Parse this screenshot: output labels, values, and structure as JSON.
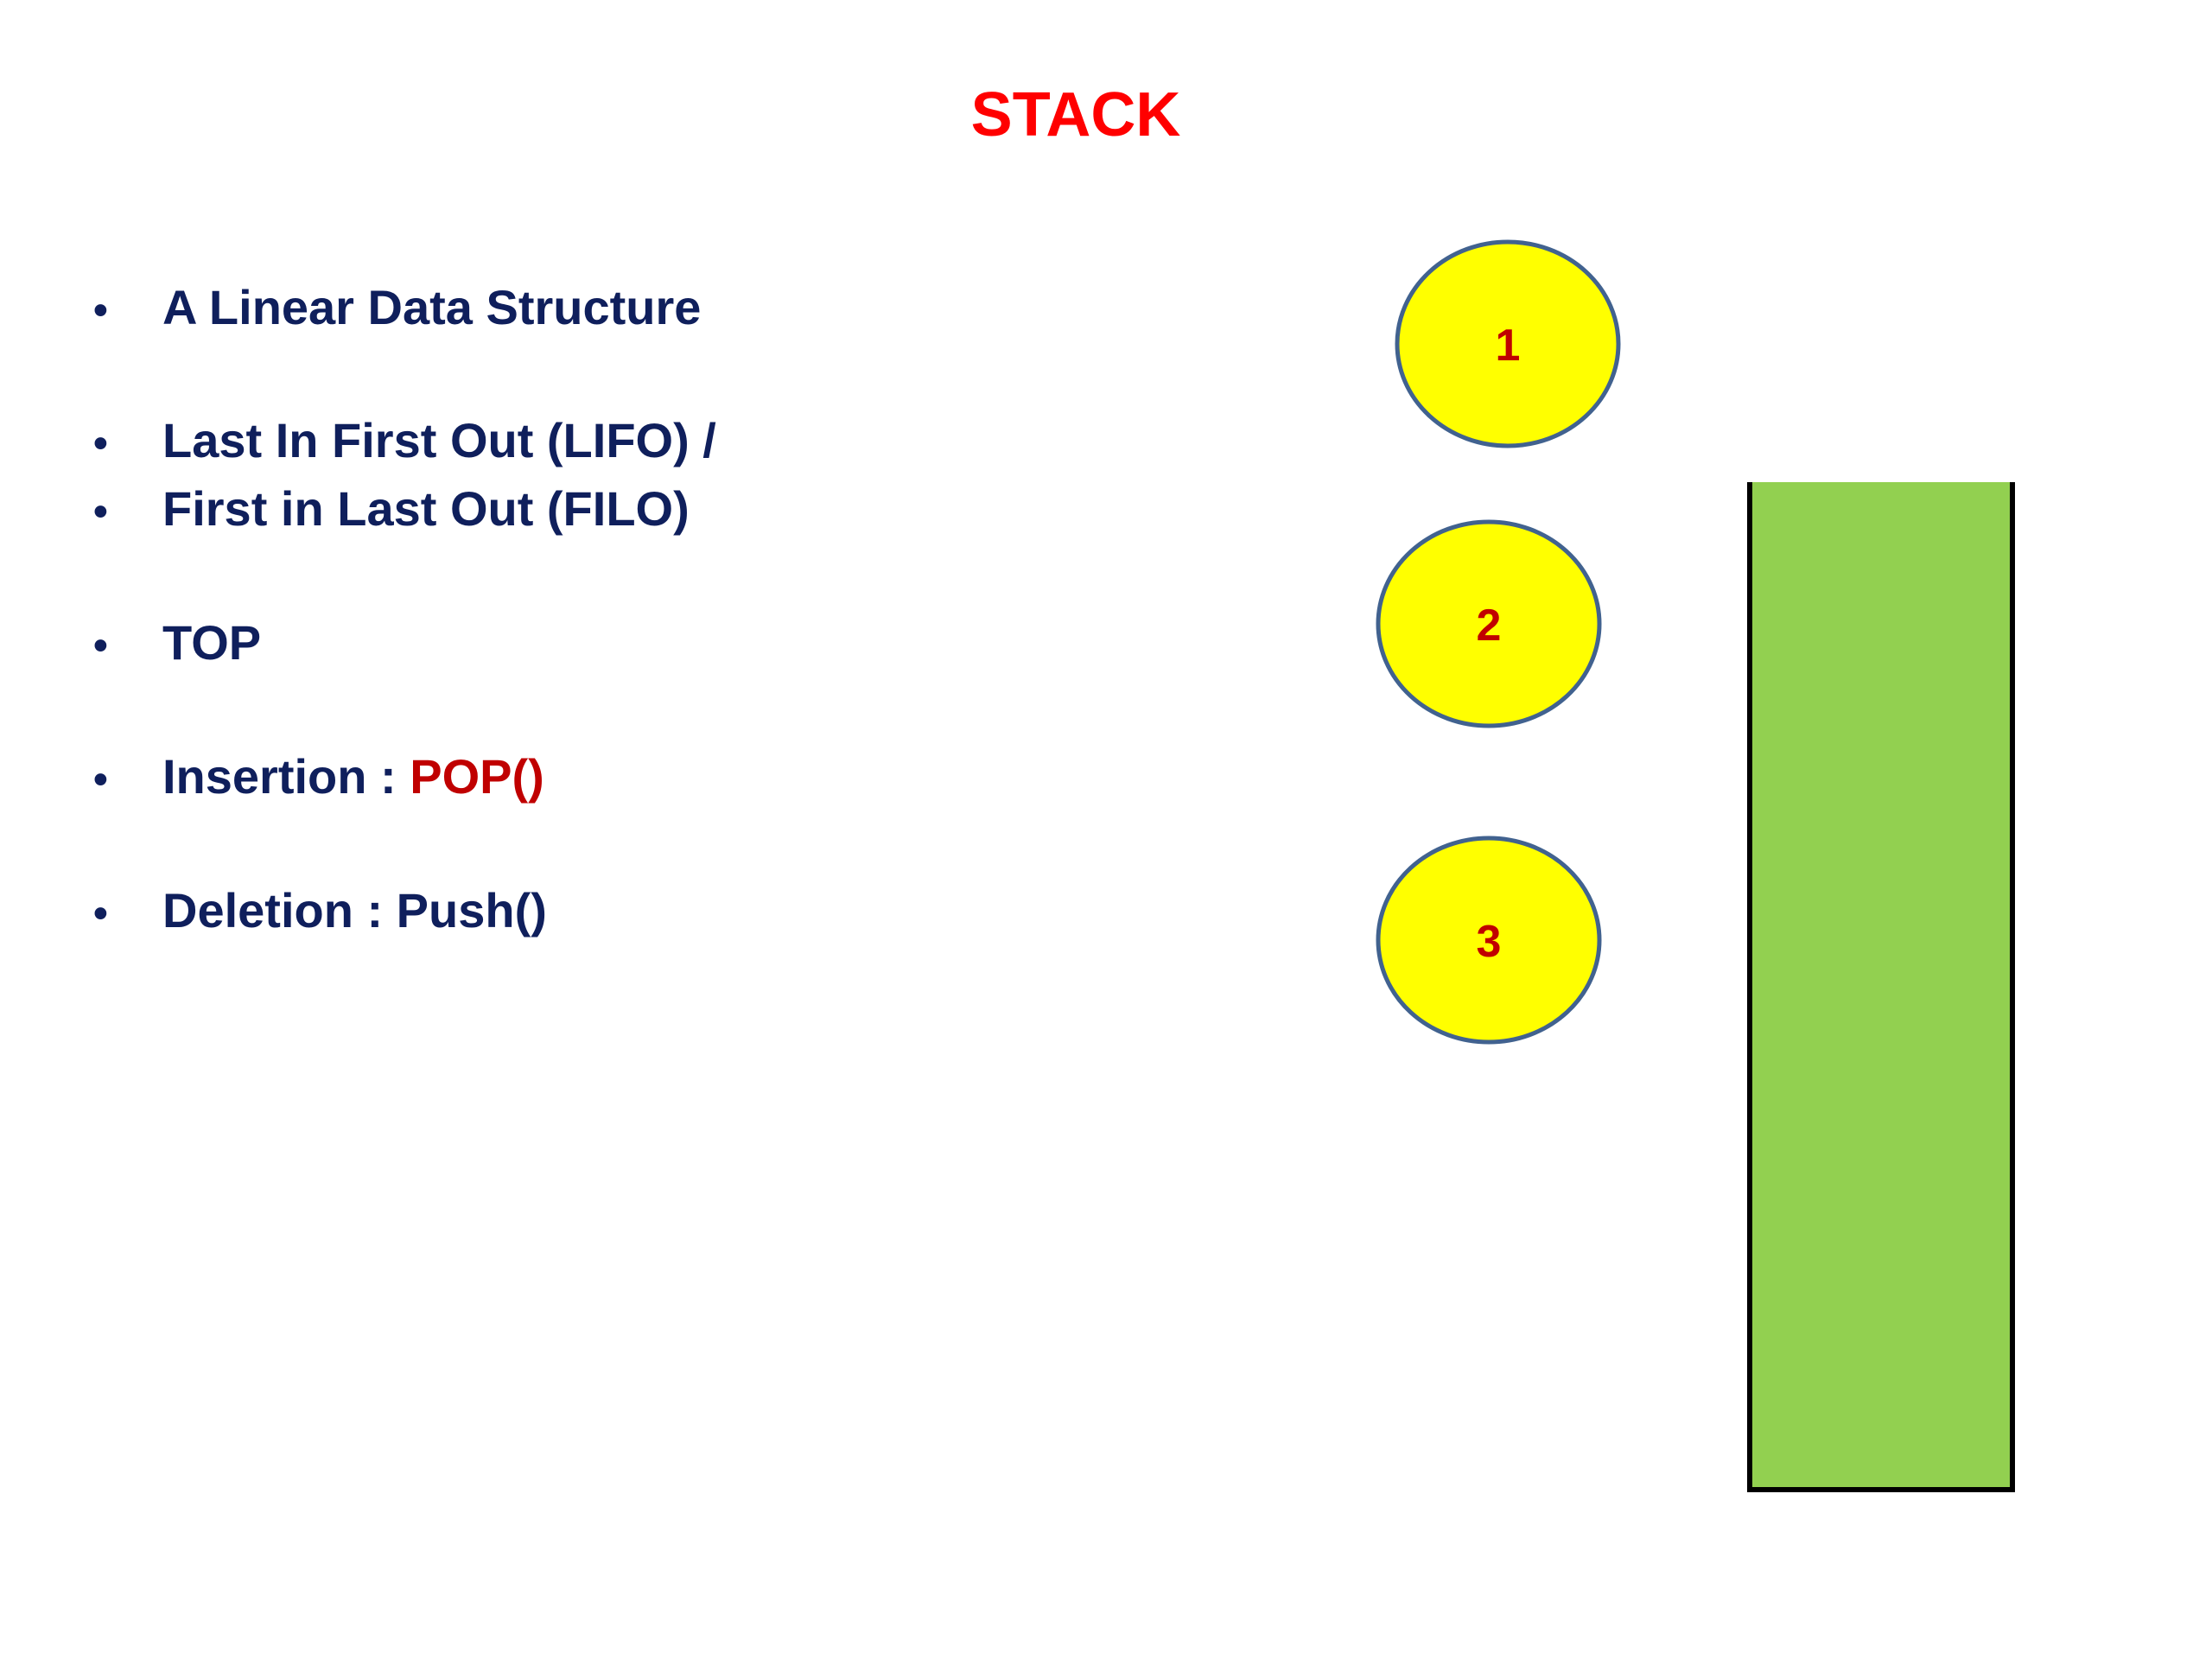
{
  "title": "STACK",
  "bullets": [
    {
      "text": "A Linear Data Structure"
    },
    {
      "text": "Last In First Out  (LIFO) /"
    },
    {
      "text": "First in Last Out (FILO)"
    },
    {
      "text": "TOP"
    },
    {
      "label": "Insertion : ",
      "value": "POP()"
    },
    {
      "text": "Deletion : Push()"
    }
  ],
  "bullet_glyph": "•",
  "balls": [
    {
      "label": "1"
    },
    {
      "label": "2"
    },
    {
      "label": "3"
    }
  ],
  "colors": {
    "title": "#ff0000",
    "text": "#0f1f5c",
    "accent": "#c00000",
    "ball_fill": "#ffff00",
    "ball_stroke": "#41628f",
    "container_fill": "#92d050",
    "container_stroke": "#000000"
  }
}
